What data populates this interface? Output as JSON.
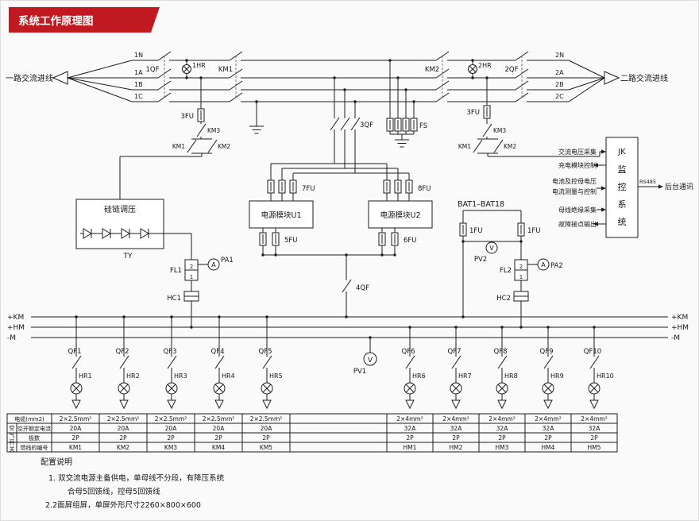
{
  "banner": {
    "title": "系统工作原理图"
  },
  "incoming": {
    "left": "一路交流进线",
    "right": "二路交流进线"
  },
  "phases_left": [
    "1N",
    "1A",
    "1B",
    "1C"
  ],
  "phases_right": [
    "2N",
    "2A",
    "2B",
    "2C"
  ],
  "devices": {
    "qf1": "1QF",
    "hr1": "1HR",
    "km1": "KM1",
    "km2": "KM2",
    "hr2": "2HR",
    "qf2": "2QF",
    "fu3_left": "3FU",
    "left_km3": "KM3",
    "left_km1": "KM1",
    "left_km2": "KM2",
    "qf3": "3QF",
    "fs": "FS",
    "fu3_right": "3FU",
    "right_km3": "KM3",
    "right_km1": "KM1",
    "right_km2": "KM2",
    "fu7": "7FU",
    "fu8": "8FU",
    "fu5": "5FU",
    "fu6": "6FU",
    "qf4": "4QF"
  },
  "regulator": {
    "title": "硅链调压",
    "tag": "TY"
  },
  "modules": {
    "u1": "电源模块U1",
    "u2": "电源模块U2"
  },
  "battery": {
    "label": "BAT1–BAT18",
    "fu_left": "1FU",
    "fu_right": "1FU",
    "pv2": "PV2",
    "meter": "V"
  },
  "fl1": {
    "label": "FL1",
    "cell_top": "2",
    "cell_bottom": "1",
    "pa": "PA1",
    "meter": "A",
    "hc": "HC1"
  },
  "fl2": {
    "label": "FL2",
    "cell_top": "2",
    "cell_bottom": "1",
    "pa": "PA2",
    "meter": "A",
    "hc": "HC2"
  },
  "monitor": {
    "box": [
      "JK",
      "监",
      "控",
      "系",
      "统"
    ],
    "signals": [
      "交流电压采集",
      "充电模块控制",
      "电池及控母电压",
      "电流测量与控制",
      "母线绝缘采集",
      "故障接点输出"
    ],
    "bus_label": "RS485",
    "comm": "后台通讯"
  },
  "buses": {
    "km": "+KM",
    "hm": "+HM",
    "m": "-M"
  },
  "pv1": {
    "label": "PV1",
    "meter": "V"
  },
  "feeders": [
    {
      "qf": "QF1",
      "hr": "HR1"
    },
    {
      "qf": "QF2",
      "hr": "HR2"
    },
    {
      "qf": "QF3",
      "hr": "HR3"
    },
    {
      "qf": "QF4",
      "hr": "HR4"
    },
    {
      "qf": "QF5",
      "hr": "HR5"
    },
    {
      "qf": "QF6",
      "hr": "HR6"
    },
    {
      "qf": "QF7",
      "hr": "HR7"
    },
    {
      "qf": "QF8",
      "hr": "HR8"
    },
    {
      "qf": "QF9",
      "hr": "HR9"
    },
    {
      "qf": "QF10",
      "hr": "HR10"
    }
  ],
  "table": {
    "row_headers": [
      "电缆(mm2)",
      "空开额定电流",
      "极数",
      "馈线的编号"
    ],
    "group_vertical": [
      "空",
      "气",
      "开",
      "关"
    ],
    "left_cols": [
      {
        "cable": "2×2.5mm²",
        "current": "20A",
        "poles": "2P",
        "code": "KM1"
      },
      {
        "cable": "2×2.5mm²",
        "current": "20A",
        "poles": "2P",
        "code": "KM2"
      },
      {
        "cable": "2×2.5mm²",
        "current": "20A",
        "poles": "2P",
        "code": "KM3"
      },
      {
        "cable": "2×2.5mm²",
        "current": "20A",
        "poles": "2P",
        "code": "KM4"
      },
      {
        "cable": "2×2.5mm²",
        "current": "20A",
        "poles": "2P",
        "code": "KM5"
      }
    ],
    "right_cols": [
      {
        "cable": "2×4mm²",
        "current": "32A",
        "poles": "2P",
        "code": "HM1"
      },
      {
        "cable": "2×4mm²",
        "current": "32A",
        "poles": "2P",
        "code": "HM2"
      },
      {
        "cable": "2×4mm²",
        "current": "32A",
        "poles": "2P",
        "code": "HM3"
      },
      {
        "cable": "2×4mm²",
        "current": "32A",
        "poles": "2P",
        "code": "HM4"
      },
      {
        "cable": "2×4mm²",
        "current": "32A",
        "poles": "2P",
        "code": "HM5"
      }
    ]
  },
  "notes": {
    "title": "配置说明",
    "line1": "1. 双交流电源主备供电，单母线不分段，有降压系统",
    "line2": "合母5回馈线，控母5回馈线",
    "line3": "2.2面屏组屏，单屏外形尺寸2260×800×600"
  },
  "colors": {
    "banner": "#c01920",
    "line": "#1c1c1c"
  }
}
